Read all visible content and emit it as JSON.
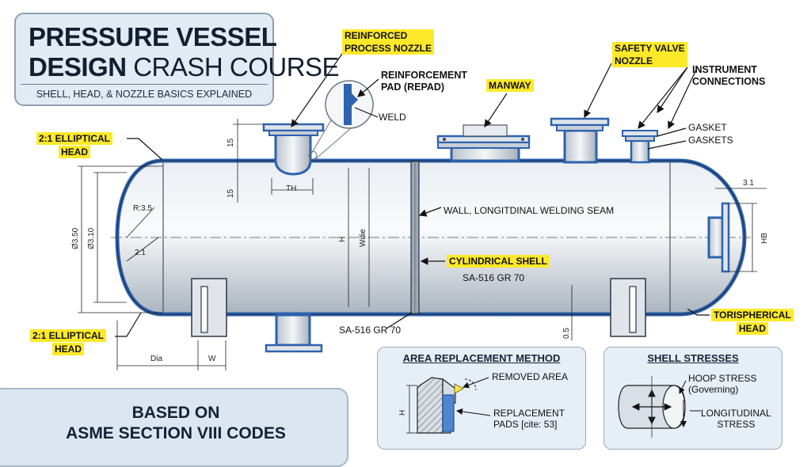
{
  "title": {
    "line1": "PRESSURE VESSEL",
    "line2_bold": "DESIGN",
    "line2_rest": " CRASH COURSE",
    "subtitle": "SHELL, HEAD, & NOZZLE BASICS EXPLAINED"
  },
  "footer": {
    "line1": "BASED ON",
    "line2": "ASME SECTION VIII CODES"
  },
  "callouts": {
    "reinforced_nozzle": [
      "REINFORCED",
      "PROCESS NOZZLE"
    ],
    "repad": [
      "REINFORCEMENT",
      "PAD (REPAD)"
    ],
    "weld": "WELD",
    "manway": "MANWAY",
    "safety_valve": [
      "SAFETY VALVE",
      "NOZZLE"
    ],
    "instrument": [
      "INSTRUMENT",
      "CONNECTIONS"
    ],
    "gasket": "GASKET",
    "gaskets": "GASKETS",
    "elliptical_head_top": [
      "2:1 ELLIPTICAL",
      "HEAD"
    ],
    "elliptical_head_bottom": [
      "2:1 ELLIPTICAL",
      "HEAD"
    ],
    "torispherical_head": [
      "TORISPHERICAL",
      "HEAD"
    ],
    "wall_seam": "WALL, LONGITDINAL WELDING SEAM",
    "cylindrical_shell": "CYLINDRICAL SHELL",
    "material_1": "SA-516 GR 70",
    "material_2": "SA-516 GR 70"
  },
  "dimensions": {
    "d15_a": "15",
    "d15_b": "15",
    "th": "TH",
    "r35": "R:3.5",
    "ratio": "2:1",
    "od350": "Ø3.50",
    "od310": "Ø3.10",
    "h": "H",
    "wdie": "Wdie",
    "dia": "Dia",
    "w": "W",
    "d05": "0.5",
    "d31": "3.1",
    "hb": "HB"
  },
  "area_card": {
    "title": "AREA REPLACEMENT METHOD",
    "removed": "REMOVED AREA",
    "replacement": [
      "REPLACEMENT",
      "PADS [cite: 53]"
    ],
    "h": "H"
  },
  "stress_card": {
    "title": "SHELL STRESSES",
    "hoop": [
      "HOOP STRESS",
      "(Governing)"
    ],
    "longitudinal": [
      "LONGITUDINAL",
      "STRESS"
    ]
  },
  "colors": {
    "wall": "#2d62ad",
    "body_fill": "#cfd7e0",
    "highlight": "#fde92a",
    "card_bg": "#e6eef6"
  }
}
